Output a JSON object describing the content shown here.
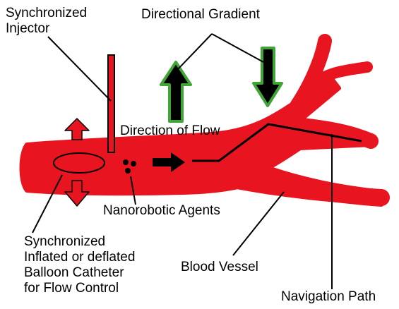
{
  "colors": {
    "vessel": "#e8141f",
    "arrow_fill_gradient": "#000000",
    "arrow_outline_gradient": "#3fa535",
    "arrow_outline_balloon": "#e8141f",
    "line": "#000000",
    "background": "#ffffff"
  },
  "labels": {
    "injector": "Synchronized\nInjector",
    "gradient": "Directional Gradient",
    "flow": "Direction of Flow",
    "agents": "Nanorobotic Agents",
    "balloon": "Synchronized\nInflated or deflated\nBalloon Catheter\nfor Flow Control",
    "vessel": "Blood Vessel",
    "navigation": "Navigation Path"
  },
  "icons": {
    "gradient_arrow_up": "up-arrow-icon",
    "gradient_arrow_down": "down-arrow-icon",
    "balloon_arrow_up": "up-arrow-icon",
    "balloon_arrow_down": "down-arrow-icon",
    "flow_arrow": "right-arrow-icon"
  }
}
